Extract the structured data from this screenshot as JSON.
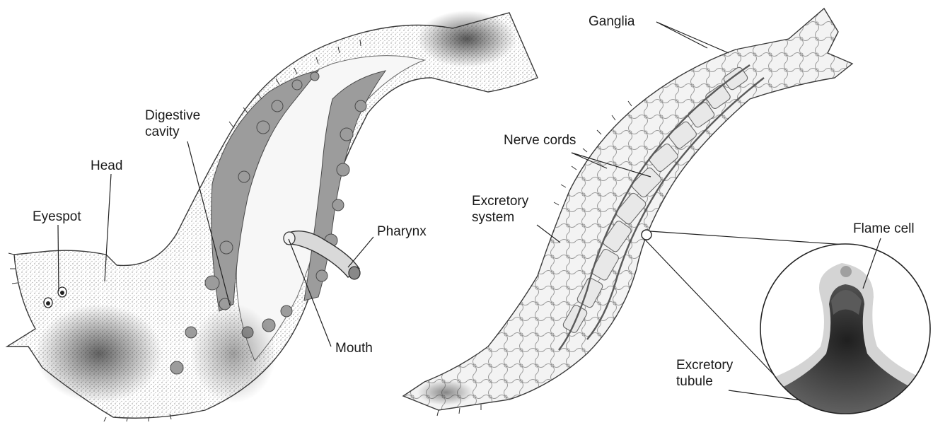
{
  "labels": {
    "digestive_line1": "Digestive",
    "digestive_line2": "cavity",
    "head": "Head",
    "eyespot": "Eyespot",
    "pharynx": "Pharynx",
    "mouth": "Mouth",
    "ganglia": "Ganglia",
    "nerve_cords": "Nerve cords",
    "excretory_system_line1": "Excretory",
    "excretory_system_line2": "system",
    "flame_cell": "Flame cell",
    "excretory_tubule_line1": "Excretory",
    "excretory_tubule_line2": "tubule"
  },
  "colors": {
    "ink": "#1a1a1a",
    "stipple": "#8c8c8c",
    "tissue": "#bdbdbd",
    "dark_tissue": "#4a4a4a",
    "background": "#ffffff"
  }
}
